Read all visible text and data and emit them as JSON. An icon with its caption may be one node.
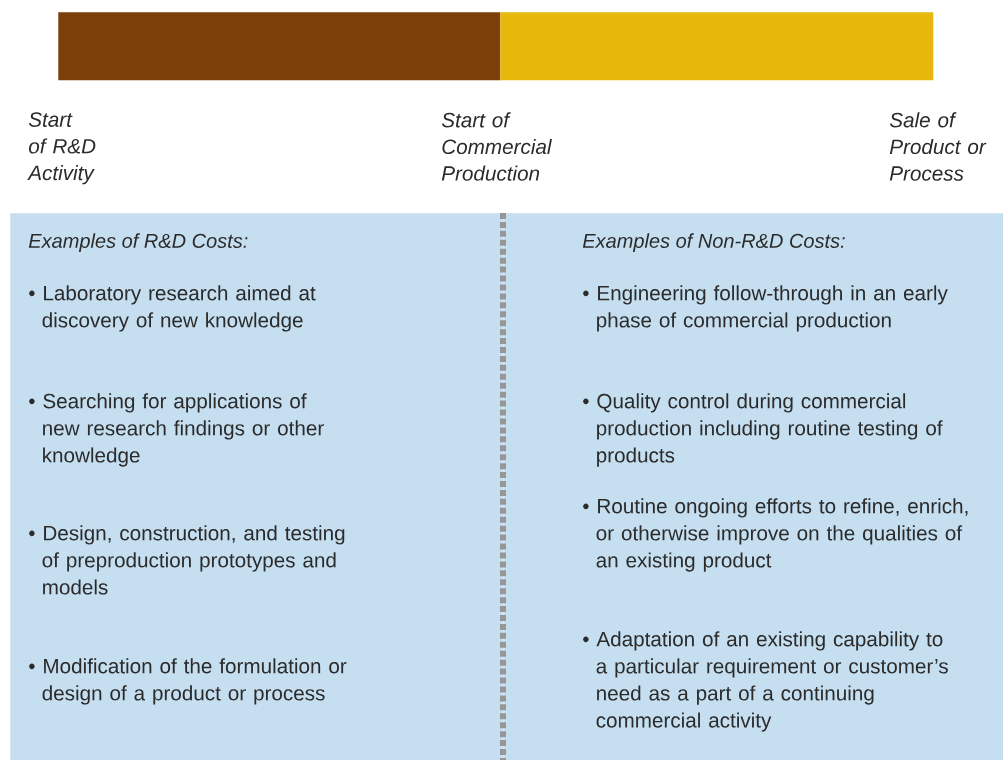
{
  "diagram": {
    "nodes": [
      {
        "text": [],
        "shape": "bar"
      },
      {
        "text": [],
        "shape": "bar"
      },
      {
        "text": [
          "Examples of R&D Costs:",
          "• Laboratory research aimed at discovery of new knowledge",
          "• Searching for applications of new research findings or other knowledge",
          "• Design, construction, and testing of preproduction prototypes and models",
          "• Modification of the formulation or design of a product or process"
        ]
      },
      {
        "text": [
          "Examples of Non-R&D Costs:",
          "• Engineering follow-through in an early phase of commercial production",
          "• Quality control during commercial production including routine testing of products",
          "• Routine ongoing efforts to refine, enrich, or otherwise improve on the qualities of an existing product",
          "• Adaptation of an existing capability to a particular requirement or customer’s need as a part of a continuing commercial activity"
        ]
      }
    ],
    "edges": [],
    "labels": [
      "Start of R&D Activity",
      "Start of Commercial Production",
      "Sale of Product or Process"
    ]
  }
}
